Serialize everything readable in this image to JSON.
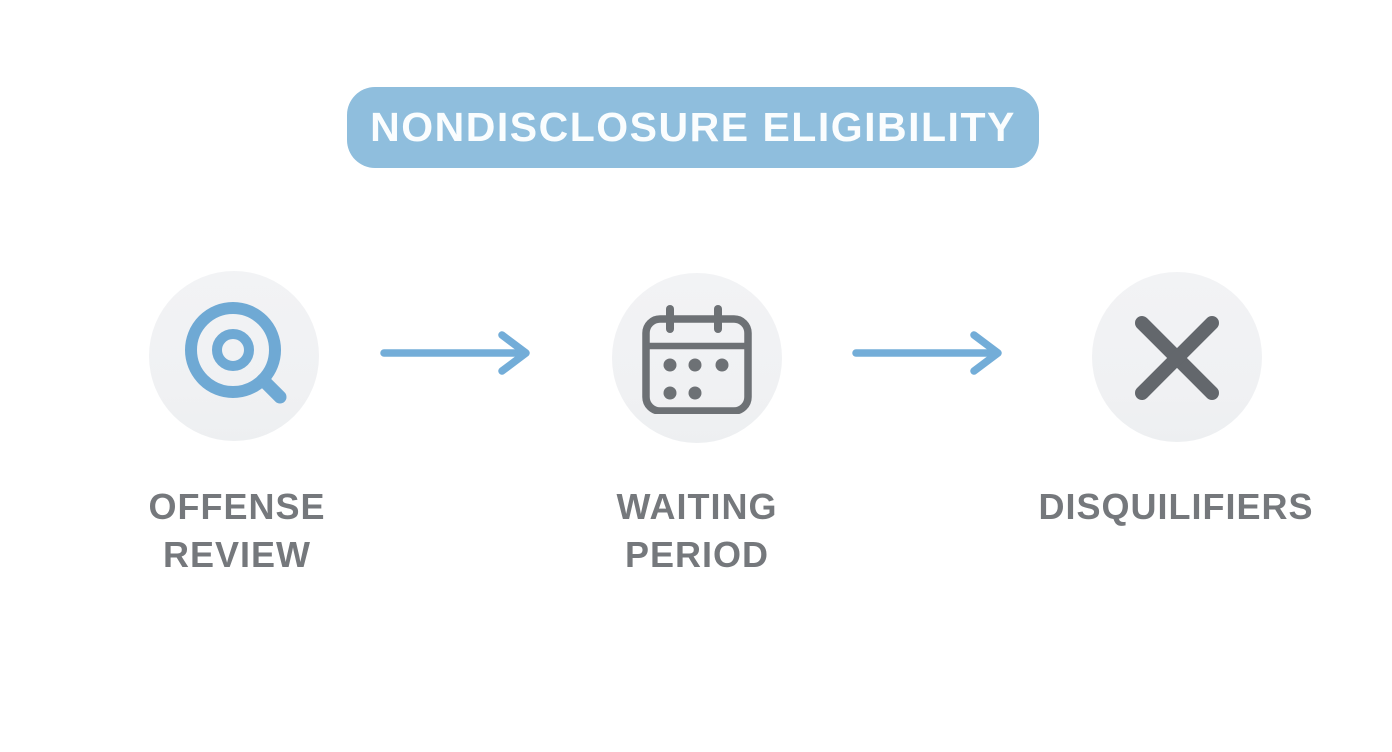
{
  "title": {
    "label": "NONDISCLOSURE ELIGIBILITY"
  },
  "steps": [
    {
      "name": "offense-review",
      "icon": "search-target-icon",
      "lines": [
        "OFFENSE",
        "REVIEW"
      ]
    },
    {
      "name": "waiting-period",
      "icon": "calendar-icon",
      "lines": [
        "WAITING",
        "PERIOD"
      ]
    },
    {
      "name": "disquilifiers",
      "icon": "x-icon",
      "lines": [
        "DISQUILIFIERS"
      ]
    }
  ],
  "connectors": [
    {
      "name": "arrow-1",
      "icon": "right-arrow-icon"
    },
    {
      "name": "arrow-2",
      "icon": "right-arrow-icon"
    }
  ],
  "colors": {
    "background": "#ffffff",
    "banner_bg": "#8fbedd",
    "banner_text": "#fafdfe",
    "arrow_blue": "#73add8",
    "search_blue": "#6fa9d4",
    "icon_gray": "#6d7175",
    "x_gray": "#63676c",
    "label_gray": "#75787c",
    "circle_bg": "#f0f1f3"
  }
}
